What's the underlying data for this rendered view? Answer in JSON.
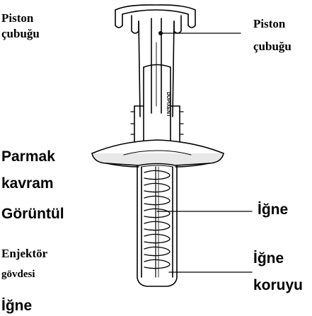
{
  "figure": {
    "colors": {
      "ink": "#000000",
      "background": "#ffffff",
      "shadow": "#6f6f6f"
    }
  },
  "labels": {
    "left_piston_rod_line1": "Piston",
    "left_piston_rod_line2": "çubuğu",
    "right_piston_rod_line1": "Piston",
    "right_piston_rod_line2": "çubuğu",
    "finger_grip_line1": "Parmak",
    "finger_grip_line2": "kavram",
    "viewing_window": "Görüntül",
    "needle_right": "İğne",
    "syringe_body_line1": "Enjektör",
    "syringe_body_line2": "gövdesi",
    "needle_left": "İğne",
    "needle_guard_line1": "İğne",
    "needle_guard_line2": "koruyu"
  },
  "barrel_text": "DUPIXENT"
}
